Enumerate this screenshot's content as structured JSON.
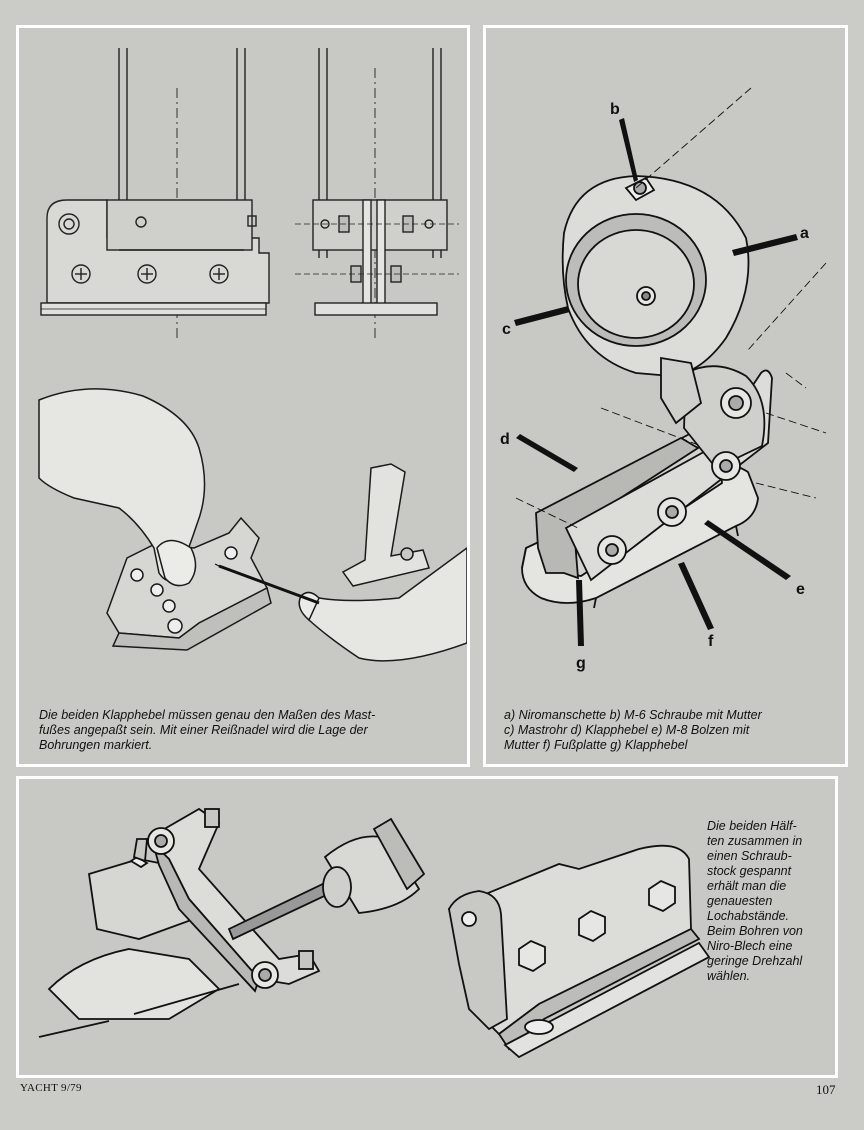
{
  "panels": {
    "left": {
      "caption_lines": [
        "Die beiden Klapphebel müssen genau den Maßen des Mast-",
        "fußes angepaßt sein. Mit einer Reißnadel wird die Lage der",
        "Bohrungen markiert."
      ]
    },
    "right": {
      "labels": [
        "a",
        "b",
        "c",
        "d",
        "e",
        "f",
        "g"
      ],
      "caption_lines": [
        "a) Niromanschette  b) M-6 Schraube mit Mutter",
        "c) Mastrohr  d) Klapphebel  e) M-8 Bolzen mit",
        "Mutter  f) Fußplatte  g) Klapphebel"
      ]
    },
    "bottom": {
      "caption_lines": [
        "Die beiden Hälf-",
        "ten zusammen in",
        "einen Schraub-",
        "stock gespannt",
        "erhält man die",
        "genauesten",
        "Lochabstände.",
        "Beim Bohren von",
        "Niro-Blech eine",
        "geringe Drehzahl",
        "wählen."
      ]
    }
  },
  "footer": {
    "magazine": "YACHT 9/79",
    "page_number": "107"
  },
  "colors": {
    "panel_border": "#ffffff",
    "paper": "#c8c8c4",
    "ink": "#111111"
  }
}
